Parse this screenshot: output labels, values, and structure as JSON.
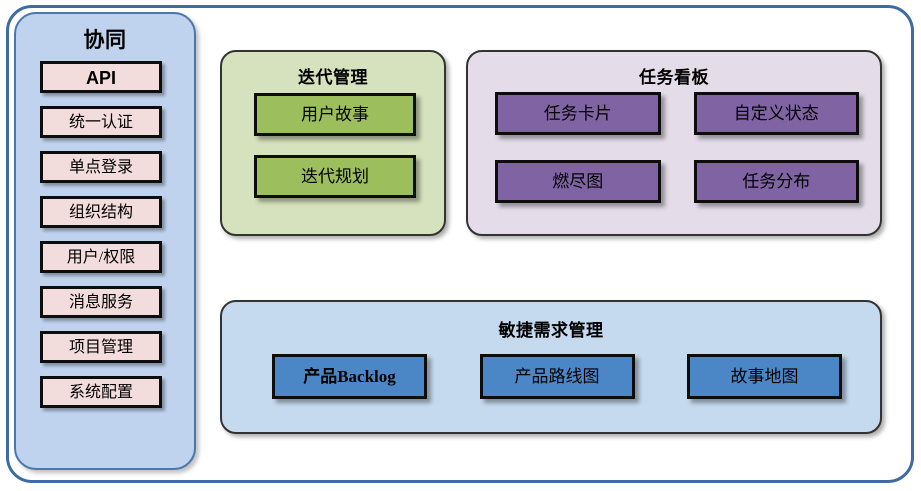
{
  "diagram": {
    "title_visible": false,
    "colors": {
      "outer_frame_border": "#3f6ba4",
      "sidebar_bg": "#c0d3ee",
      "sidebar_border": "#4a77ac",
      "chip_pink": "#f3dcdc",
      "iteration_panel_bg": "#d6e2be",
      "iteration_box": "#9dbe5d",
      "taskboard_panel_bg": "#e4dde9",
      "taskboard_box": "#7f63a3",
      "agile_panel_bg": "#c5d9ef",
      "agile_box": "#4b87c6",
      "box_border": "#0d0d0d"
    }
  },
  "sidebar": {
    "title": "协同",
    "items": [
      {
        "label": "API"
      },
      {
        "label": "统一认证"
      },
      {
        "label": "单点登录"
      },
      {
        "label": "组织结构"
      },
      {
        "label": "用户/权限"
      },
      {
        "label": "消息服务"
      },
      {
        "label": "项目管理"
      },
      {
        "label": "系统配置"
      }
    ]
  },
  "iteration": {
    "title": "迭代管理",
    "items": [
      {
        "label": "用户故事"
      },
      {
        "label": "迭代规划"
      }
    ]
  },
  "taskboard": {
    "title": "任务看板",
    "items": [
      {
        "label": "任务卡片"
      },
      {
        "label": "自定义状态"
      },
      {
        "label": "燃尽图"
      },
      {
        "label": "任务分布"
      }
    ]
  },
  "agile": {
    "title": "敏捷需求管理",
    "items": [
      {
        "label": "产品Backlog"
      },
      {
        "label": "产品路线图"
      },
      {
        "label": "故事地图"
      }
    ]
  }
}
